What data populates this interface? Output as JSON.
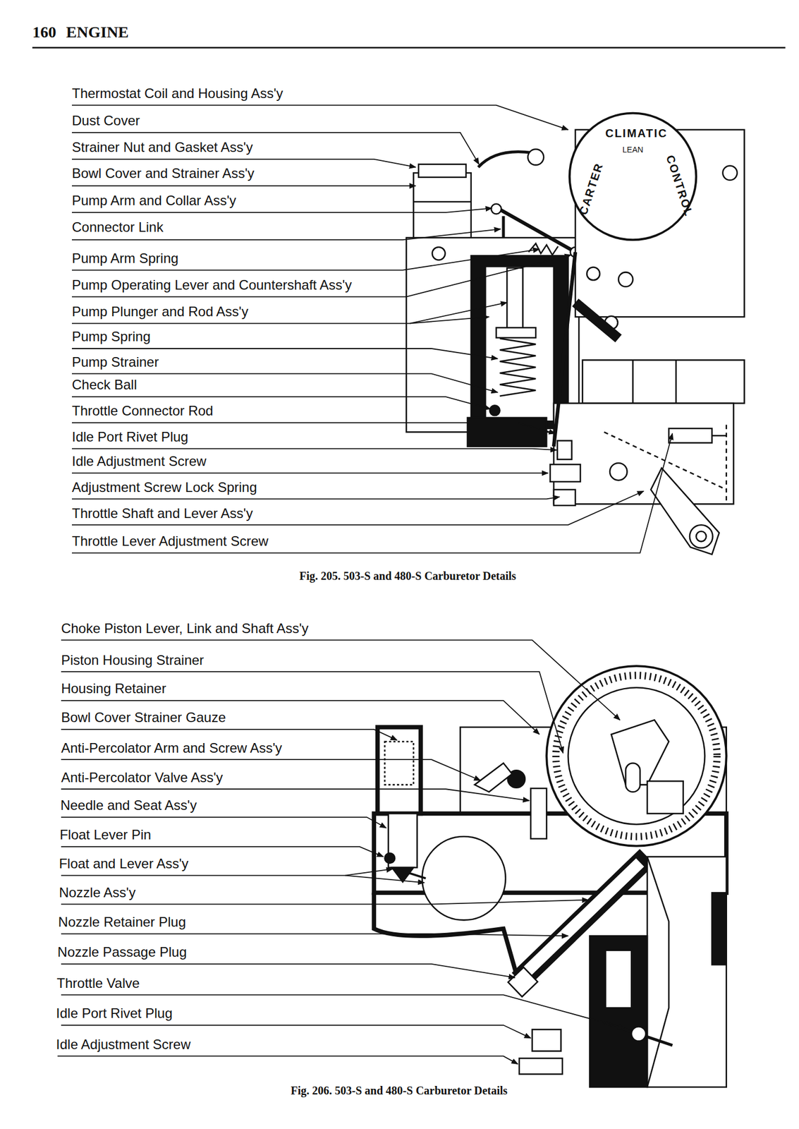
{
  "diagram": {
    "labels": [
      "160",
      "ENGINE",
      "Thermostat Coil and Housing Ass'y",
      "Dust Cover",
      "Strainer Nut and Gasket Ass'y",
      "Bowl Cover and Strainer Ass'y",
      "Pump Arm and Collar Ass'y",
      "Connector Link",
      "Pump Arm Spring",
      "Pump Operating Lever and Countershaft Ass'y",
      "Pump Plunger and Rod Ass'y",
      "Pump Spring",
      "Pump Strainer",
      "Check Ball",
      "Throttle Connector Rod",
      "Idle Port Rivet Plug",
      "Idle Adjustment Screw",
      "Adjustment Screw Lock Spring",
      "Throttle Shaft and Lever Ass'y",
      "Throttle Lever Adjustment Screw",
      "CLIMATIC",
      "LEAN",
      "CARTER",
      "CONTROL",
      "Fig. 205. 503-S and 480-S Carburetor Details",
      "Choke Piston Lever, Link and Shaft Ass'y",
      "Piston Housing Strainer",
      "Housing Retainer",
      "Bowl Cover Strainer Gauze",
      "Anti-Percolator Arm and Screw Ass'y",
      "Anti-Percolator Valve Ass'y",
      "Needle and Seat Ass'y",
      "Float Lever Pin",
      "Float and Lever Ass'y",
      "Nozzle Ass'y",
      "Nozzle Retainer Plug",
      "Nozzle Passage Plug",
      "Throttle Valve",
      "Idle Port Rivet Plug",
      "Idle Adjustment Screw",
      "Fig. 206. 503-S and 480-S Carburetor Details"
    ]
  }
}
